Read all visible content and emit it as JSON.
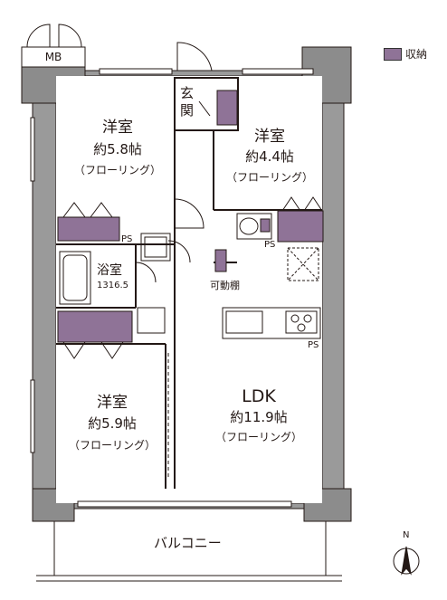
{
  "legend": {
    "label": "収納",
    "color": "#8f7397"
  },
  "mb": "MB",
  "genkan": {
    "line1": "玄",
    "line2": "関"
  },
  "rooms": {
    "western_top_left": {
      "name": "洋室",
      "size": "約5.8帖",
      "floor": "（フローリング）"
    },
    "western_top_right": {
      "name": "洋室",
      "size": "約4.4帖",
      "floor": "（フローリング）"
    },
    "western_bottom_left": {
      "name": "洋室",
      "size": "約5.9帖",
      "floor": "（フローリング）"
    },
    "ldk": {
      "name": "LDK",
      "size": "約11.9帖",
      "floor": "（フローリング）"
    }
  },
  "bath": {
    "name": "浴室",
    "size": "1316.5"
  },
  "ps_labels": [
    "PS",
    "PS",
    "PS"
  ],
  "movable_shelf": "可動棚",
  "balcony": "バルコニー",
  "north": "N",
  "colors": {
    "wall": "#4d4d4d",
    "wall_fill": "#8c8c8c",
    "storage": "#8f7397",
    "line": "#231815"
  }
}
